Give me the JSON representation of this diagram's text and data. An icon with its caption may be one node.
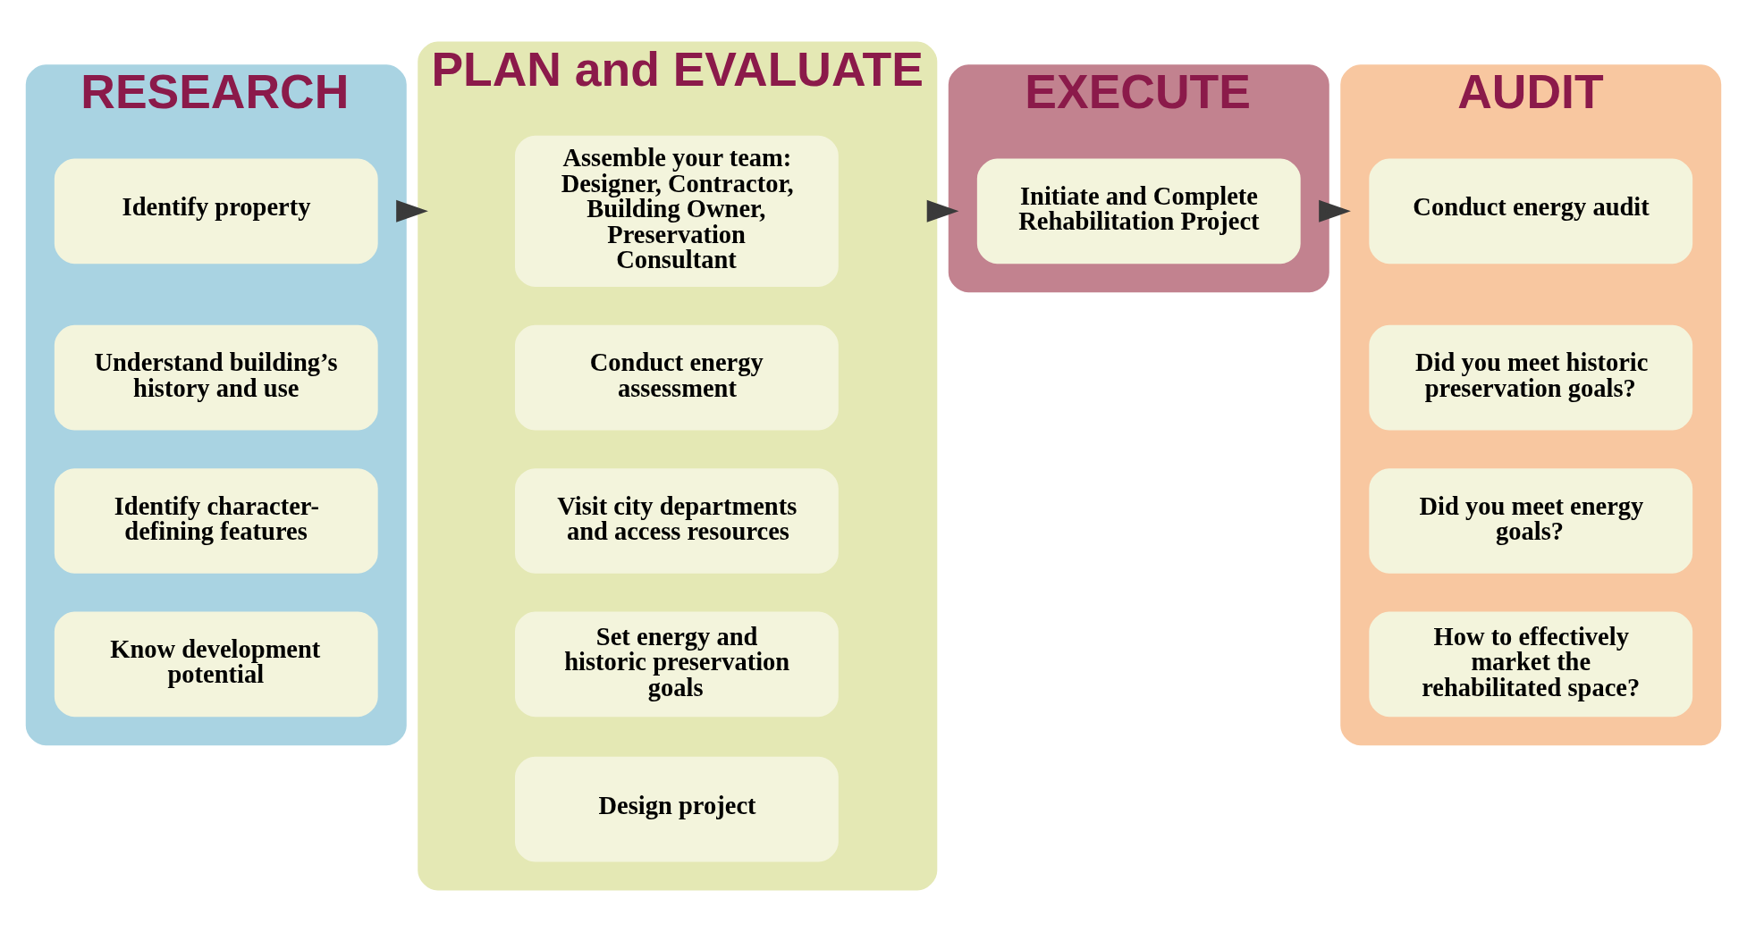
{
  "diagram": {
    "nodes": [
      {
        "text": [
          "RESEARCH"
        ]
      },
      {
        "text": [
          "Identify property"
        ],
        "in": 0
      },
      {
        "text": [
          "Understand building’s history and use"
        ],
        "in": 0
      },
      {
        "text": [
          "Identify character-defining features"
        ],
        "in": 0
      },
      {
        "text": [
          "Know development potential"
        ],
        "in": 0
      },
      {
        "text": [
          "PLAN and EVALUATE"
        ]
      },
      {
        "text": [
          "Assemble your team: Designer, Contractor, Building Owner, Preservation Consultant"
        ],
        "in": 5
      },
      {
        "text": [
          "Conduct energy assessment"
        ],
        "in": 5
      },
      {
        "text": [
          "Visit city departments and access resources"
        ],
        "in": 5
      },
      {
        "text": [
          "Set energy and historic preservation goals"
        ],
        "in": 5
      },
      {
        "text": [
          "Design project"
        ],
        "in": 5
      },
      {
        "text": [
          "EXECUTE"
        ]
      },
      {
        "text": [
          "Initiate and Complete Rehabilitation Project"
        ],
        "in": 11
      },
      {
        "text": [
          "AUDIT"
        ]
      },
      {
        "text": [
          "Conduct energy audit"
        ],
        "in": 13
      },
      {
        "text": [
          "Did you meet historic preservation goals?"
        ],
        "in": 13
      },
      {
        "text": [
          "Did you meet energy goals?"
        ],
        "in": 13
      },
      {
        "text": [
          "How to effectively market the rehabilitated space?"
        ],
        "in": 13
      }
    ],
    "edges": [
      {
        "from": 0,
        "to": 5,
        "arrow": "to",
        "color": "#3a3a3a"
      },
      {
        "from": 5,
        "to": 11,
        "arrow": "to",
        "color": "#3a3a3a"
      },
      {
        "from": 11,
        "to": 13,
        "arrow": "to",
        "color": "#3a3a3a"
      }
    ]
  }
}
